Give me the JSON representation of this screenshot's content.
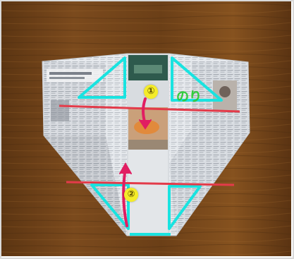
{
  "scene": {
    "photo_subject": "folded-newspaper-origami-on-wood-table",
    "colors": {
      "wood_dark": "#5b3412",
      "wood_mid": "#7a4a1c",
      "wood_light": "#9a6127",
      "paper": "#e9ecef",
      "paper_shadow": "#c9ced3",
      "guide_lines": "#e33b4a",
      "fold_outlines": "#19e3e0",
      "arrows": "#e11e62",
      "badge_fill": "#f4ec2a",
      "label_green": "#2fd03a"
    }
  },
  "annotations": {
    "step1": "①",
    "step2": "②",
    "glue_label": "のり"
  },
  "icons": {
    "arrow_down": "arrow-down-icon",
    "arrow_up": "arrow-up-icon"
  }
}
